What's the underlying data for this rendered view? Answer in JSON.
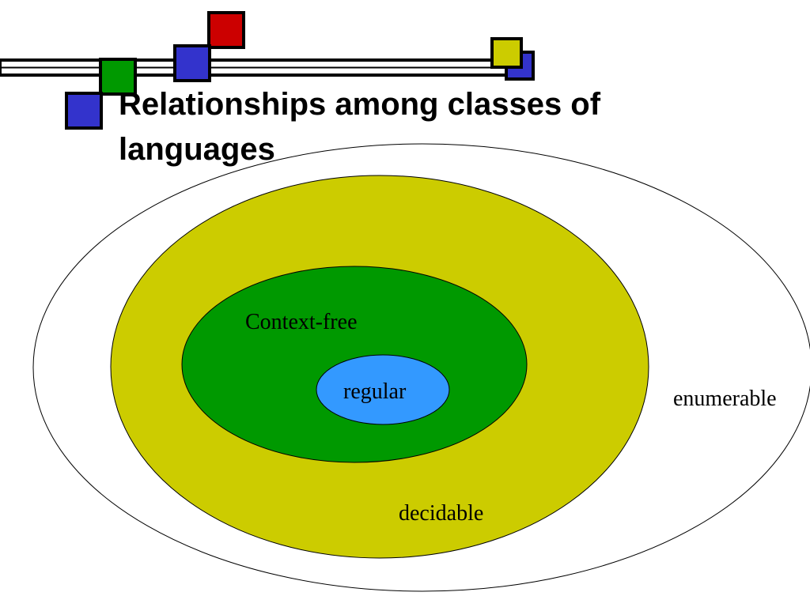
{
  "slide": {
    "title": "Relationships among classes of languages"
  },
  "diagram": {
    "regions": [
      {
        "id": "enumerable",
        "label": "enumerable",
        "color": "#ffffff"
      },
      {
        "id": "decidable",
        "label": "decidable",
        "color": "#cccc00"
      },
      {
        "id": "context_free",
        "label": "Context-free",
        "color": "#009900"
      },
      {
        "id": "regular",
        "label": "regular",
        "color": "#3399ff"
      }
    ]
  },
  "decoration": {
    "square_colors": {
      "blue": "#3333cc",
      "green": "#009900",
      "red": "#cc0000",
      "olive": "#cccc00"
    }
  }
}
